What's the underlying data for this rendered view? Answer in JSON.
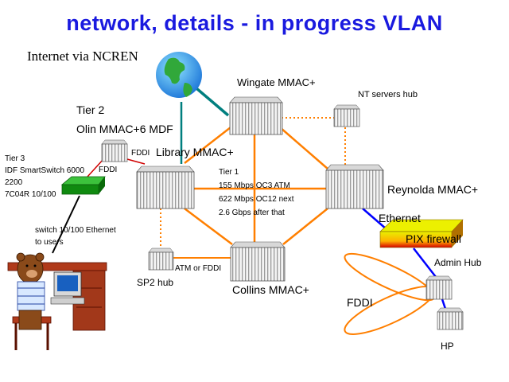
{
  "title": "network, details - in progress VLAN",
  "labels": {
    "internet": "Internet via NCREN",
    "wingate": "Wingate MMAC+",
    "nt_hub": "NT servers hub",
    "tier2": "Tier 2",
    "olin": "Olin MMAC+6 MDF",
    "fddi_a": "FDDI",
    "library": "Library MMAC+",
    "fddi_b": "FDDI",
    "tier3": [
      "Tier 3",
      "IDF SmartSwitch 6000",
      "2200",
      "7C04R 10/100"
    ],
    "tier1": [
      "Tier 1",
      "155 Mbps OC3 ATM",
      "622 Mbps OC12 next",
      "2.6 Gbps after that"
    ],
    "reynolda": "Reynolda MMAC+",
    "ethernet": "Ethernet",
    "pix": "PIX firewall",
    "switch_note": [
      "switch 10/100 Ethernet",
      "to users"
    ],
    "admin_hub": "Admin Hub",
    "atm_fddi": "ATM or FDDI",
    "sp2": "SP2 hub",
    "collins": "Collins MMAC+",
    "fddi_ring": "FDDI",
    "hp": "HP"
  },
  "colors": {
    "title": "#1a1adf",
    "backbone": "#ff7f00",
    "internet_link": "#007f7f",
    "ethernet_link": "#0000ff",
    "fddi_red": "#d00000"
  },
  "icons": [
    "globe-icon",
    "switch-chassis-icon",
    "hub-icon",
    "smartswitch-icon",
    "firewall-icon",
    "user-workstation-icon"
  ]
}
